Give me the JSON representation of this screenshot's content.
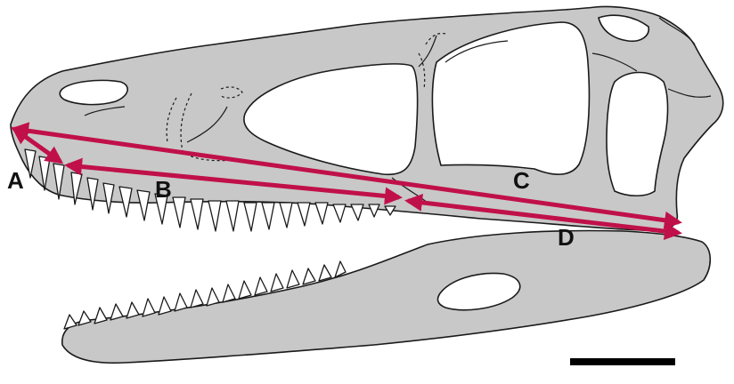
{
  "figure": {
    "measurement_color": "#c0104a",
    "bone_color": "#c8c8c8",
    "measurements": [
      {
        "label": "A"
      },
      {
        "label": "B"
      },
      {
        "label": "C"
      },
      {
        "label": "D"
      }
    ],
    "scale_bar_color": "#000000"
  }
}
